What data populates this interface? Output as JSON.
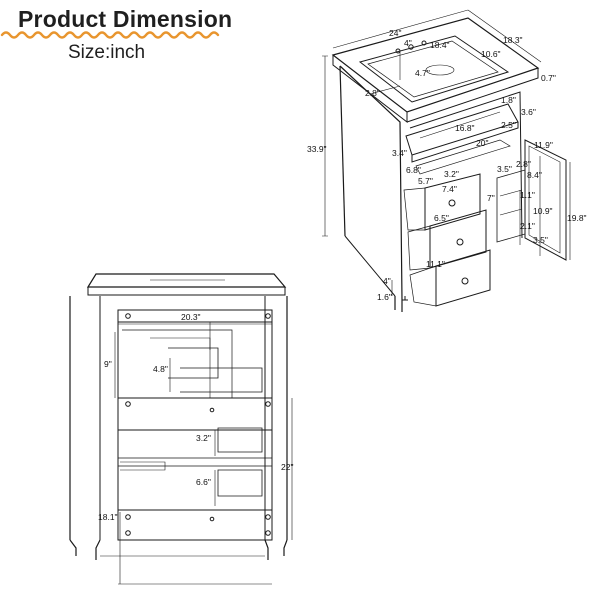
{
  "header": {
    "title": "Product Dimension",
    "subtitle": "Size:inch",
    "accent_color": "#e8952e"
  },
  "top_view_labels": {
    "overall_width": "24\"",
    "overall_depth": "18.3\"",
    "faucet_spacing": "4\"",
    "basin_width": "18.4\"",
    "basin_depth": "10.6\"",
    "counter_thickness": "0.7\"",
    "basin_offset": "4.7\"",
    "basin_side": "2.8\"",
    "overall_height": "33.9\"",
    "apron": "1.8\"",
    "drawer_front_height": "3.6\"",
    "pullout_width": "16.8\"",
    "cabinet_inner_depth": "20\"",
    "pullout_gap": "2.5\"",
    "side_panel_top": "11.9\"",
    "left_gap": "3.4\"",
    "shelf_depth": "6.8\"",
    "drawer_offset": "3.2\"",
    "drawer_small_a": "3.5\"",
    "drawer_small_b": "2.8\"",
    "drawer_width_a": "5.7\"",
    "drawer_width_b": "7.4\"",
    "drawer_depth_a": "8.4\"",
    "drawer_side": "7\"",
    "drawer_rail": "1.1\"",
    "drawer_height": "6.5\"",
    "drawer_inner_height": "10.9\"",
    "side_panel_height": "19.8\"",
    "drawer_bottom_gap": "2.1\"",
    "drawer_bottom_depth": "3.5\"",
    "lower_drawer_width": "11.1\"",
    "leg_height": "4\"",
    "leg_width": "1.6\""
  },
  "front_view_labels": {
    "inner_width": "20.3\"",
    "upper_height": "9\"",
    "pullout_height": "4.8\"",
    "shelf_height": "3.2\"",
    "lower_height": "6.6\"",
    "cabinet_height": "22\"",
    "lower_width": "18.1\""
  }
}
